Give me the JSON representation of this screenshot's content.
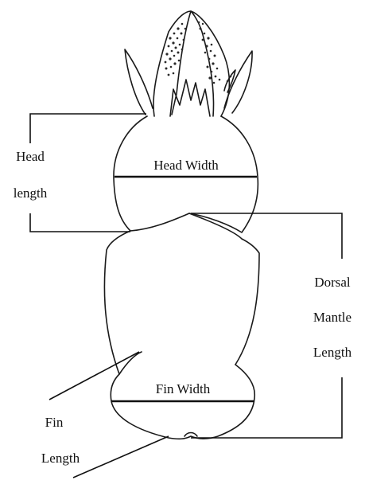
{
  "labels": {
    "head_length_line1": "Head",
    "head_length_line2": "length",
    "head_width": "Head Width",
    "dorsal_mantle_length_line1": "Dorsal",
    "dorsal_mantle_length_line2": "Mantle",
    "dorsal_mantle_length_line3": "Length",
    "fin_width": "Fin Width",
    "fin_length_line1": "Fin",
    "fin_length_line2": "Length"
  }
}
